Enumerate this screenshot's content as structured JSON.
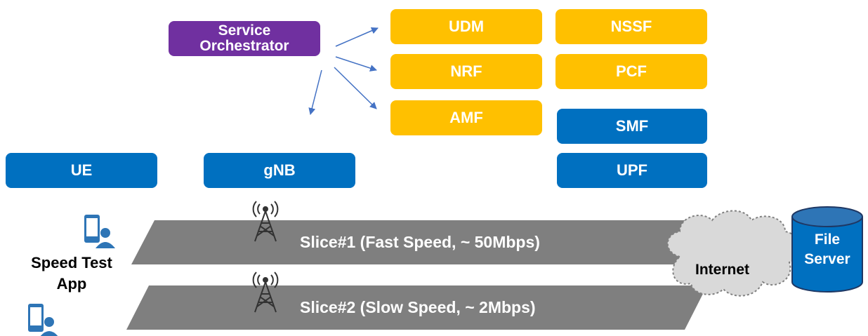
{
  "orchestrator": {
    "line1": "Service",
    "line2": "Orchestrator"
  },
  "core_functions": {
    "udm": "UDM",
    "nssf": "NSSF",
    "nrf": "NRF",
    "pcf": "PCF",
    "amf": "AMF",
    "smf": "SMF",
    "upf": "UPF"
  },
  "ran": {
    "ue": "UE",
    "gnb": "gNB"
  },
  "slices": {
    "slice1": "Slice#1 (Fast Speed, ~ 50Mbps)",
    "slice2": "Slice#2 (Slow Speed, ~ 2Mbps)"
  },
  "app": {
    "line1": "Speed Test",
    "line2": "App"
  },
  "internet": "Internet",
  "file_server": {
    "line1": "File",
    "line2": "Server"
  },
  "colors": {
    "gold": "#FFC000",
    "blue": "#0070C0",
    "purple": "#7030A0",
    "slice_gray": "#7F7F7F",
    "arrow": "#4472C4",
    "cloud": "#D9D9D9"
  }
}
